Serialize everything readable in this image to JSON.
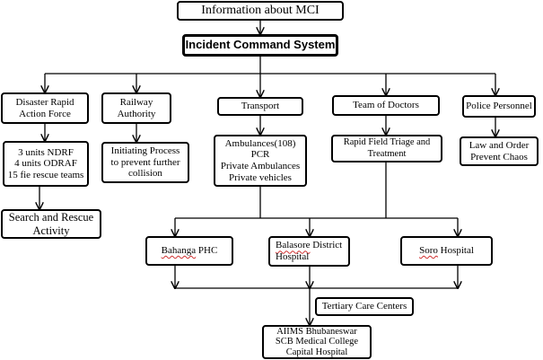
{
  "title": "Information about MCI",
  "command": "Incident Command System",
  "branches": {
    "ndrf": {
      "head": [
        "Disaster Rapid",
        "Action Force"
      ],
      "detail": [
        "3 units NDRF",
        "4 units ODRAF",
        "15 fie rescue teams"
      ],
      "outcome": [
        "Search and Rescue",
        "Activity"
      ]
    },
    "railway": {
      "head": [
        "Railway",
        "Authority"
      ],
      "detail": [
        "Initiating Process",
        "to prevent further",
        "collision"
      ]
    },
    "transport": {
      "head": "Transport",
      "detail": [
        "Ambulances(108)",
        "PCR",
        "Private Ambulances",
        "Private vehicles"
      ]
    },
    "doctors": {
      "head": "Team of Doctors",
      "detail": [
        "Rapid Field Triage and",
        "Treatment"
      ]
    },
    "police": {
      "head": "Police Personnel",
      "detail": [
        "Law and Order",
        "Prevent Chaos"
      ]
    }
  },
  "hospitals": {
    "bahanga": {
      "name": "Bahanga",
      "suffix": " PHC"
    },
    "balasore": {
      "name": "Balasore",
      "line1_rest": " District",
      "line2": "Hospital"
    },
    "soro": {
      "name": "Soro",
      "suffix": " Hospital"
    }
  },
  "tertiary": {
    "label": "Tertiary Care Centers",
    "list": [
      "AIIMS Bhubaneswar",
      "SCB Medical College",
      "Capital Hospital"
    ]
  }
}
